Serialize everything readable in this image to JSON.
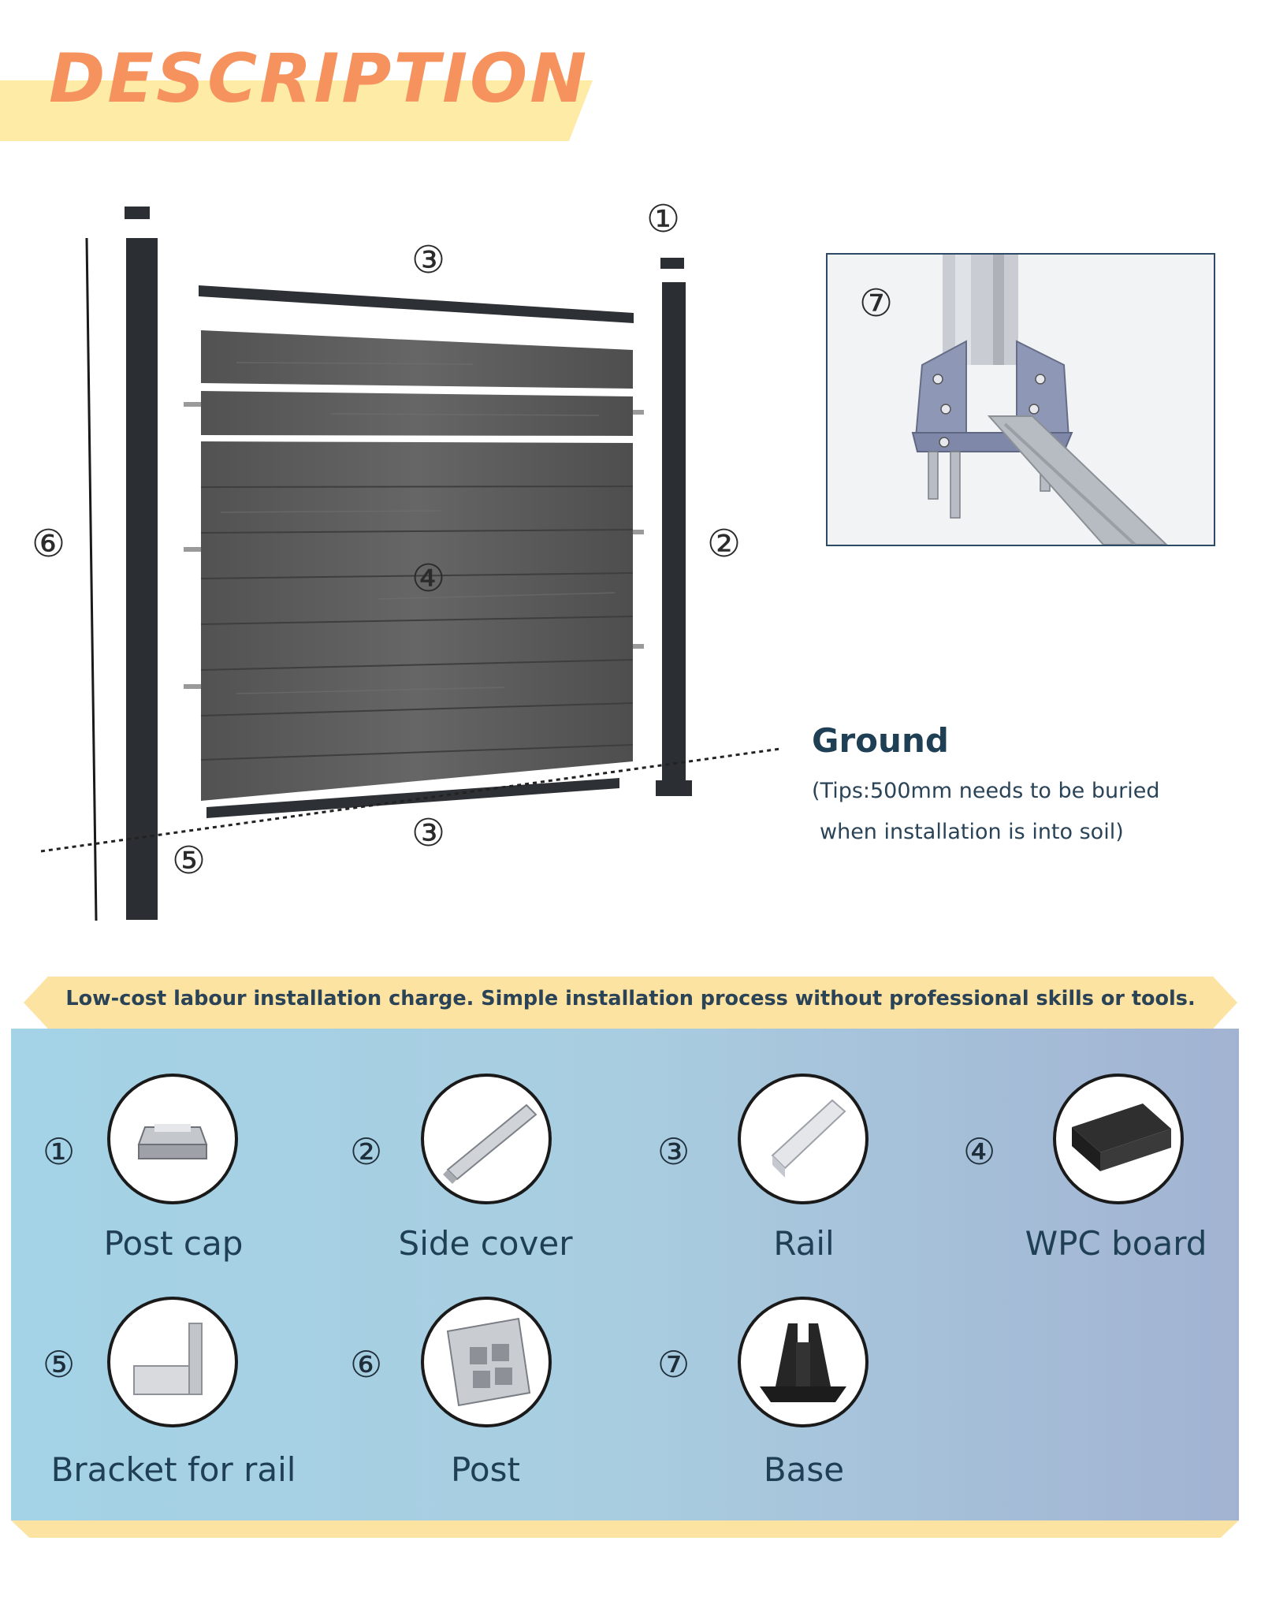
{
  "header": {
    "title": "DESCRIPTION"
  },
  "diagram": {
    "markers": {
      "post_cap": "①",
      "side_cover": "②",
      "rail_top": "③",
      "board": "④",
      "rail_bottom": "③",
      "bracket": "⑤",
      "post": "⑥",
      "base": "⑦"
    },
    "ground": {
      "title": "Ground",
      "tip_line1": "(Tips:500mm needs to be buried",
      "tip_line2": "when installation is into soil)"
    }
  },
  "banner": {
    "text": "Low-cost labour installation charge. Simple installation process without professional skills or tools."
  },
  "parts": [
    {
      "num": "①",
      "label": "Post cap",
      "icon": "post-cap-icon"
    },
    {
      "num": "②",
      "label": "Side cover",
      "icon": "side-cover-icon"
    },
    {
      "num": "③",
      "label": "Rail",
      "icon": "rail-icon"
    },
    {
      "num": "④",
      "label": "WPC board",
      "icon": "wpc-board-icon"
    },
    {
      "num": "⑤",
      "label": "Bracket for rail",
      "icon": "bracket-icon"
    },
    {
      "num": "⑥",
      "label": "Post",
      "icon": "post-profile-icon"
    },
    {
      "num": "⑦",
      "label": "Base",
      "icon": "base-icon"
    }
  ],
  "colors": {
    "title": "#f5925e",
    "title_band": "#fdeba6",
    "banner": "#fde3a2",
    "text_dark": "#1f3f55",
    "post": "#2b2f33",
    "board": "#5a5a5a"
  }
}
